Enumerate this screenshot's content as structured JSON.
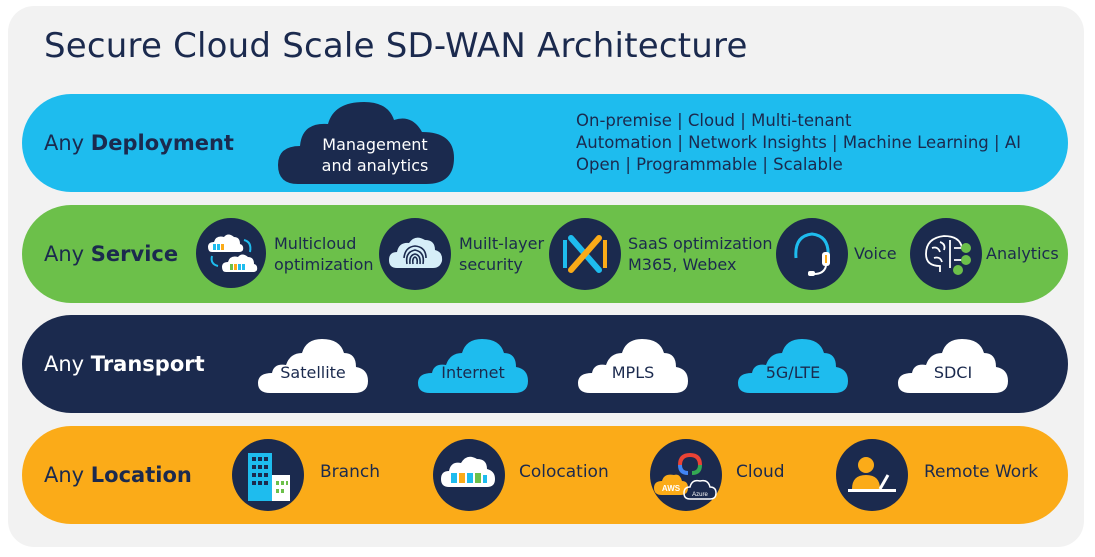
{
  "title": "Secure Cloud Scale SD-WAN Architecture",
  "colors": {
    "navy": "#1b2a4e",
    "deployment": "#1ebcee",
    "service": "#6cc04a",
    "transport": "#1b2a4e",
    "location": "#fbab18"
  },
  "rows": {
    "deployment": {
      "prefix": "Any",
      "name": "Deployment",
      "center_line1": "Management",
      "center_line2": "and analytics",
      "lines": [
        "On-premise | Cloud | Multi-tenant",
        "Automation | Network Insights | Machine Learning | AI",
        "Open | Programmable | Scalable"
      ]
    },
    "service": {
      "prefix": "Any",
      "name": "Service",
      "items": [
        {
          "line1": "Multicloud",
          "line2": "optimization",
          "icon": "multicloud-servers-icon"
        },
        {
          "line1": "Muilt-layer",
          "line2": "security",
          "icon": "fingerprint-cloud-icon"
        },
        {
          "line1": "SaaS optimization",
          "line2": "M365, Webex",
          "icon": "saas-optimization-icon"
        },
        {
          "line1": "Voice",
          "line2": "",
          "icon": "headset-icon"
        },
        {
          "line1": "Analytics",
          "line2": "",
          "icon": "brain-icon"
        }
      ]
    },
    "transport": {
      "prefix": "Any",
      "name": "Transport",
      "clouds": [
        "Satellite",
        "Internet",
        "MPLS",
        "5G/LTE",
        "SDCI"
      ]
    },
    "location": {
      "prefix": "Any",
      "name": "Location",
      "items": [
        {
          "label": "Branch",
          "icon": "building-icon"
        },
        {
          "label": "Colocation",
          "icon": "colocation-cloud-icon"
        },
        {
          "label": "Cloud",
          "icon": "public-cloud-icon",
          "badges": [
            "AWS",
            "Azure"
          ]
        },
        {
          "label": "Remote Work",
          "icon": "remote-worker-icon"
        }
      ]
    }
  }
}
